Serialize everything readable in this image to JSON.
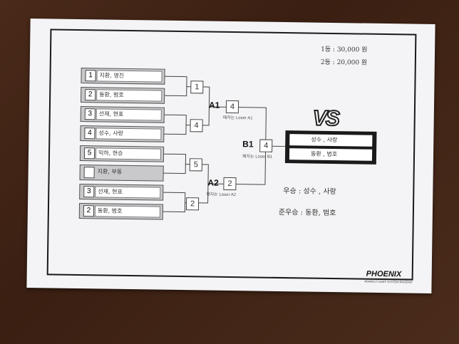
{
  "prize": {
    "first": "1등 : 30,000 원",
    "second": "2등 : 20,000 원"
  },
  "slots": [
    {
      "seed": "1",
      "names": "지환, 영진"
    },
    {
      "seed": "2",
      "names": "동환, 범호"
    },
    {
      "seed": "3",
      "names": "선재, 현표"
    },
    {
      "seed": "4",
      "names": "성수, 사랑"
    },
    {
      "seed": "5",
      "names": "믹하, 현승"
    },
    {
      "seed": "",
      "names": "지환, 부동"
    },
    {
      "seed": "3",
      "names": "선재, 현표"
    },
    {
      "seed": "2",
      "names": "동환, 범호"
    }
  ],
  "round_boxes": {
    "r1_a": "1",
    "r1_b": "4",
    "r1_c": "5",
    "r1_d": "2",
    "a1": "4",
    "a2": "2",
    "b1": "4"
  },
  "labels": {
    "a1": "A1",
    "a1_sub": "패자는 Loser A1",
    "a2": "A2",
    "a2_sub": "패자는 Loser A2",
    "b1": "B1",
    "b1_sub": "패자는 Loser B1"
  },
  "vs": "VS",
  "final": {
    "top": "성수 , 사랑",
    "bottom": "동환 , 범호"
  },
  "results": {
    "winner": "우승 : 성수 , 사랑",
    "runner_up": "준우승 : 동환, 범호"
  },
  "logo": {
    "name": "PHOENIX",
    "tagline": "PERFECT DART SYSTEM PHOENIX"
  }
}
